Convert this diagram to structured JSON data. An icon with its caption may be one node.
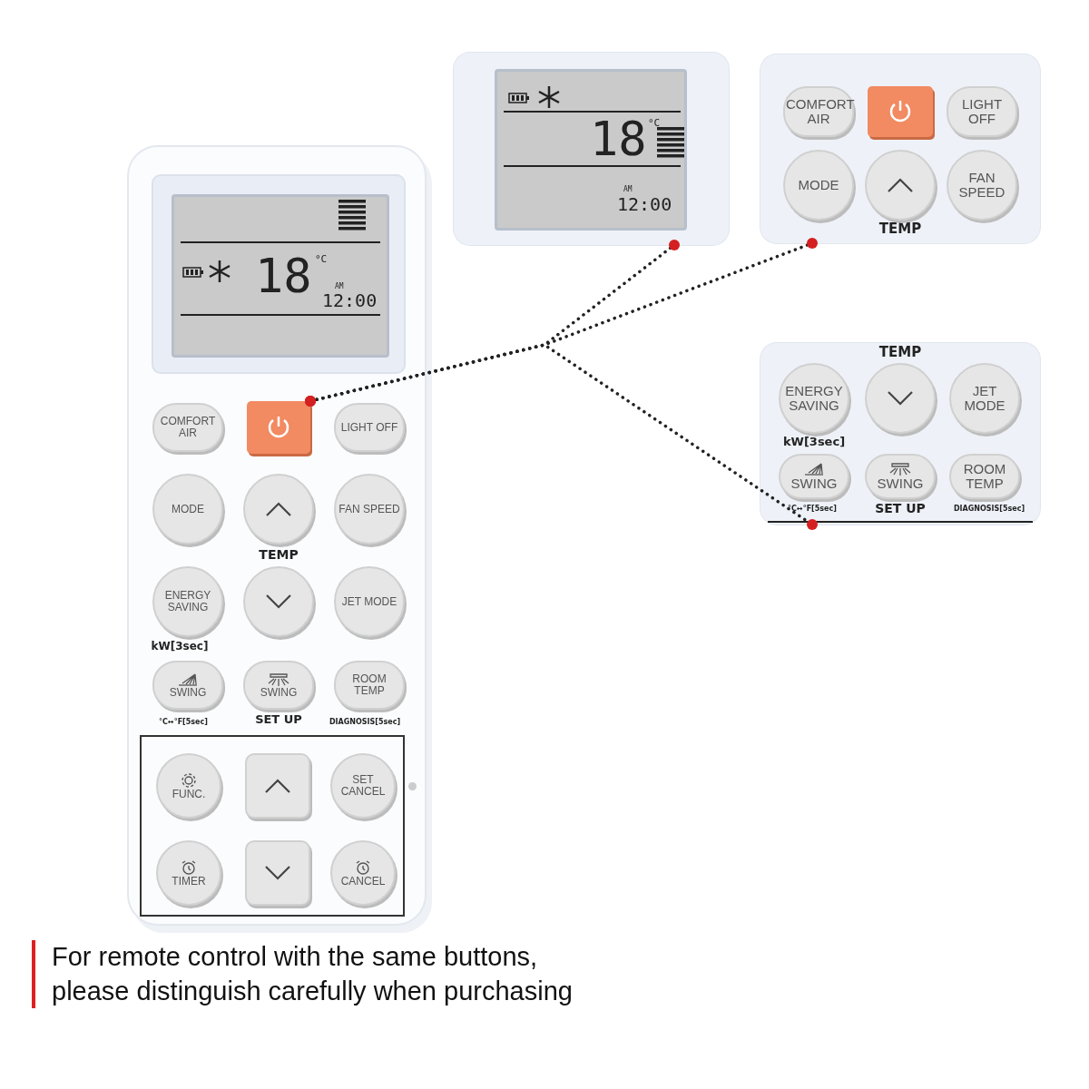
{
  "diagram": {
    "caption": "For remote control with the same buttons, please distinguish carefully when purchasing",
    "nodes": [
      {
        "text": [
          "18",
          "°C",
          "AM",
          "12:00"
        ]
      },
      {
        "text": [
          "TEMP"
        ]
      },
      {
        "text": [
          "COMFORT AIR"
        ],
        "in": 1
      },
      {
        "text": [],
        "shape": "box",
        "in": 1
      },
      {
        "text": [
          "LIGHT OFF"
        ],
        "in": 1
      },
      {
        "text": [
          "MODE"
        ],
        "in": 1
      },
      {
        "text": [],
        "shape": "circle",
        "in": 1
      },
      {
        "text": [
          "FAN SPEED"
        ],
        "in": 1
      },
      {
        "text": [
          "TEMP",
          "kW[3sec]",
          "°C↔°F[5sec]",
          "SET UP",
          "DIAGNOSIS[5sec]"
        ]
      },
      {
        "text": [
          "ENERGY SAVING"
        ],
        "in": 8
      },
      {
        "text": [],
        "shape": "circle",
        "in": 8
      },
      {
        "text": [
          "JET MODE"
        ],
        "in": 8
      },
      {
        "text": [
          "SWING"
        ],
        "in": 8
      },
      {
        "text": [
          "SWING"
        ],
        "in": 8
      },
      {
        "text": [
          "ROOM TEMP"
        ],
        "in": 8
      },
      {
        "text": [
          "TEMP",
          "kW[3sec]",
          "°C↔°F[5sec]",
          "SET UP",
          "DIAGNOSIS[5sec]"
        ]
      },
      {
        "text": [
          "18",
          "°C",
          "AM",
          "12:00"
        ],
        "in": 15
      },
      {
        "text": [
          "COMFORT AIR"
        ],
        "in": 15
      },
      {
        "text": [],
        "shape": "box",
        "in": 15
      },
      {
        "text": [
          "LIGHT OFF"
        ],
        "in": 15
      },
      {
        "text": [
          "MODE"
        ],
        "in": 15
      },
      {
        "text": [],
        "shape": "circle",
        "in": 15
      },
      {
        "text": [
          "FAN SPEED"
        ],
        "in": 15
      },
      {
        "text": [
          "ENERGY SAVING"
        ],
        "in": 15
      },
      {
        "text": [],
        "shape": "circle",
        "in": 15
      },
      {
        "text": [
          "JET MODE"
        ],
        "in": 15
      },
      {
        "text": [
          "SWING"
        ],
        "in": 15
      },
      {
        "text": [
          "SWING"
        ],
        "in": 15
      },
      {
        "text": [
          "ROOM TEMP"
        ],
        "in": 15
      },
      {
        "text": [
          "FUNC."
        ],
        "in": 15
      },
      {
        "text": [],
        "shape": "box",
        "in": 15
      },
      {
        "text": [
          "SET CANCEL"
        ],
        "in": 15
      },
      {
        "text": [
          "TIMER"
        ],
        "in": 15
      },
      {
        "text": [],
        "shape": "box",
        "in": 15
      },
      {
        "text": [
          "CANCEL"
        ],
        "in": 15
      }
    ],
    "edges": [
      {
        "from": 18,
        "to": 0,
        "arrow": "other",
        "style": "dashed"
      },
      {
        "from": 18,
        "to": 1,
        "arrow": "other",
        "style": "dashed"
      },
      {
        "from": 18,
        "to": 8,
        "arrow": "other",
        "style": "dashed"
      }
    ]
  }
}
